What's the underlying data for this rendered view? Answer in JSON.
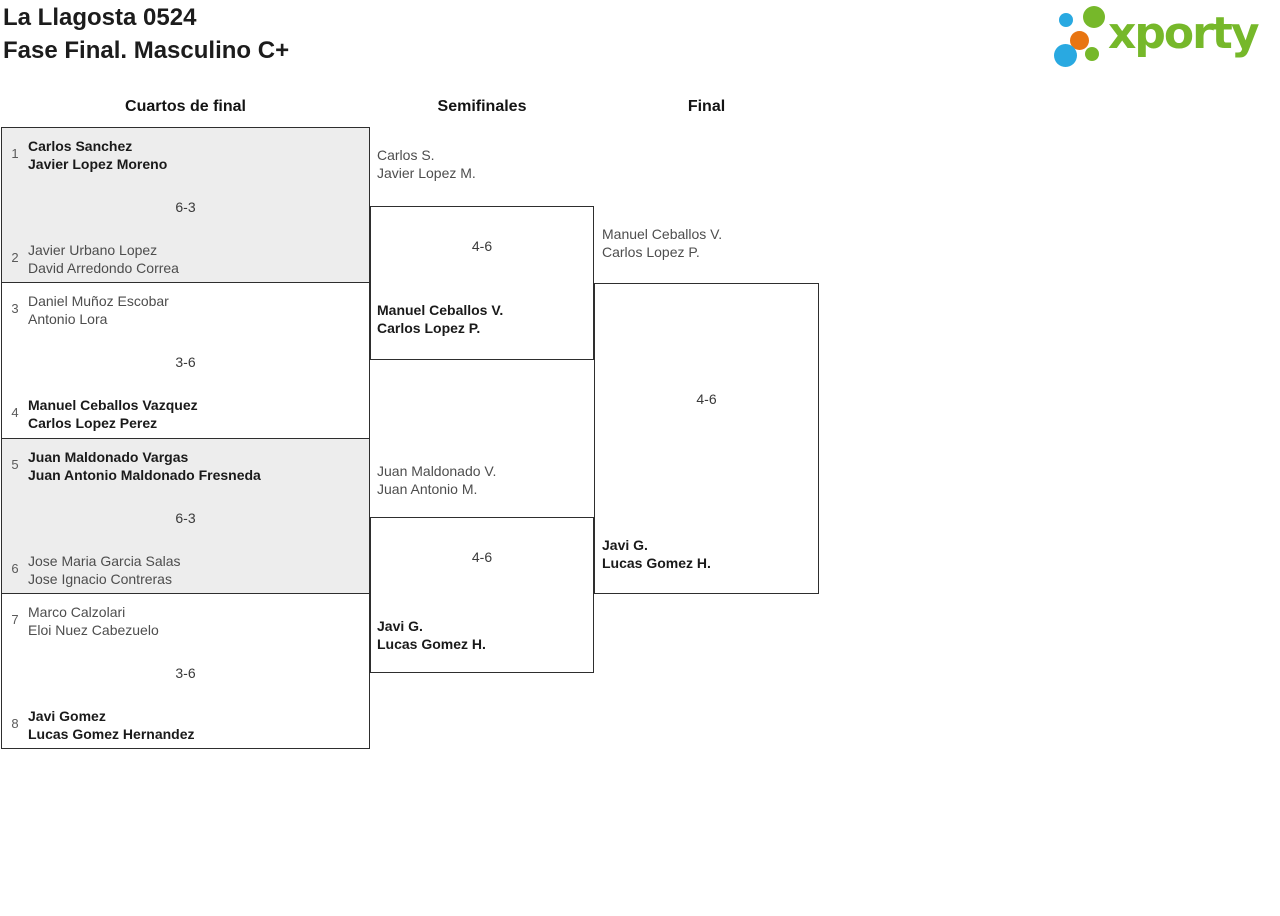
{
  "page": {
    "title_line1": "La Llagosta 0524",
    "title_line2": "Fase Final. Masculino C+"
  },
  "logo": {
    "text": "xporty",
    "green": "#76b82a",
    "blue": "#29a9e1",
    "orange": "#e87511"
  },
  "round_headers": {
    "quarterfinals": "Cuartos de final",
    "semifinals": "Semifinales",
    "final": "Final"
  },
  "bracket": {
    "quarterfinals": [
      {
        "seed_top": "1",
        "team_top_1": "Carlos Sanchez",
        "team_top_2": "Javier Lopez Moreno",
        "score": "6-3",
        "seed_bottom": "2",
        "team_bottom_1": "Javier Urbano Lopez",
        "team_bottom_2": "David Arredondo Correa"
      },
      {
        "seed_top": "3",
        "team_top_1": "Daniel Muñoz Escobar",
        "team_top_2": "Antonio Lora",
        "score": "3-6",
        "seed_bottom": "4",
        "team_bottom_1": "Manuel Ceballos Vazquez",
        "team_bottom_2": "Carlos Lopez Perez"
      },
      {
        "seed_top": "5",
        "team_top_1": "Juan Maldonado Vargas",
        "team_top_2": "Juan Antonio Maldonado Fresneda",
        "score": "6-3",
        "seed_bottom": "6",
        "team_bottom_1": "Jose Maria Garcia Salas",
        "team_bottom_2": "Jose Ignacio Contreras"
      },
      {
        "seed_top": "7",
        "team_top_1": "Marco Calzolari",
        "team_top_2": "Eloi Nuez Cabezuelo",
        "score": "3-6",
        "seed_bottom": "8",
        "team_bottom_1": "Javi Gomez",
        "team_bottom_2": "Lucas Gomez Hernandez"
      }
    ],
    "semifinals": [
      {
        "team_top_1": "Carlos S.",
        "team_top_2": "Javier Lopez M.",
        "score": "4-6",
        "team_bottom_1": "Manuel Ceballos V.",
        "team_bottom_2": "Carlos Lopez P."
      },
      {
        "team_top_1": "Juan Maldonado V.",
        "team_top_2": "Juan Antonio M.",
        "score": "4-6",
        "team_bottom_1": "Javi G.",
        "team_bottom_2": "Lucas Gomez H."
      }
    ],
    "final": {
      "team_top_1": "Manuel Ceballos V.",
      "team_top_2": "Carlos Lopez P.",
      "score": "4-6",
      "team_bottom_1": "Javi G.",
      "team_bottom_2": "Lucas Gomez H."
    }
  }
}
